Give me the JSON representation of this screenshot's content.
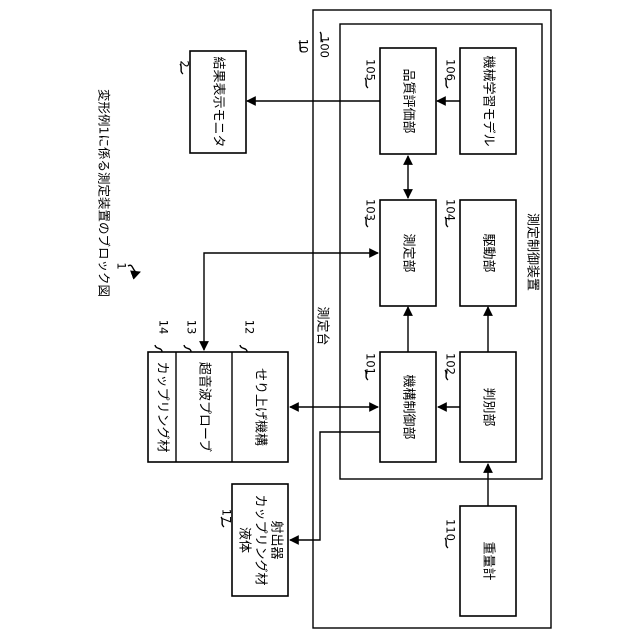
{
  "diagram": {
    "title": "変形例1に係る測定装置のブロック図",
    "refs": {
      "device": "1",
      "stand": "10",
      "controller": "100",
      "monitor": "2",
      "coupling": "14",
      "probe": "13",
      "lift": "12",
      "injector": "17",
      "mech_ctrl": "101",
      "judge": "102",
      "measure": "103",
      "drive": "104",
      "quality": "105",
      "ml_model": "106",
      "scale": "110"
    },
    "labels": {
      "stand": "測定台",
      "controller": "測定制御装置",
      "monitor": "結果表示モニタ",
      "coupling": "カップリング材",
      "probe": "超音波プローブ",
      "lift": "せり上げ機構",
      "injector_l1": "液体",
      "injector_l2": "カップリング材",
      "injector_l3": "射出器",
      "mech_ctrl": "機構制御部",
      "judge": "判別部",
      "measure": "測定部",
      "drive": "駆動部",
      "quality": "品質評価部",
      "ml_model": "機械学習モデル",
      "scale": "重量計"
    }
  }
}
